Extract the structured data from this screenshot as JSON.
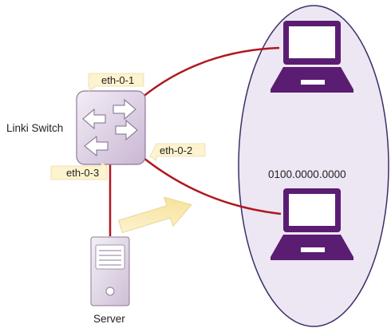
{
  "switch": {
    "label": "Linki Switch",
    "ports": [
      "eth-0-1",
      "eth-0-2",
      "eth-0-3"
    ]
  },
  "server": {
    "label": "Server"
  },
  "network": {
    "address": "0100.0000.0000"
  },
  "colors": {
    "link": "#b0171f",
    "laptop": "#5b1d72",
    "ellipse_fill": "#ece7f3",
    "ellipse_stroke": "#3d2f66",
    "switch_body": "#e4d9e9",
    "port_label_bg": "#fdf3cf",
    "flow_arrow": "#fbecb6"
  },
  "icons": [
    "switch-icon",
    "server-icon",
    "laptop-icon",
    "arrow-icon"
  ]
}
